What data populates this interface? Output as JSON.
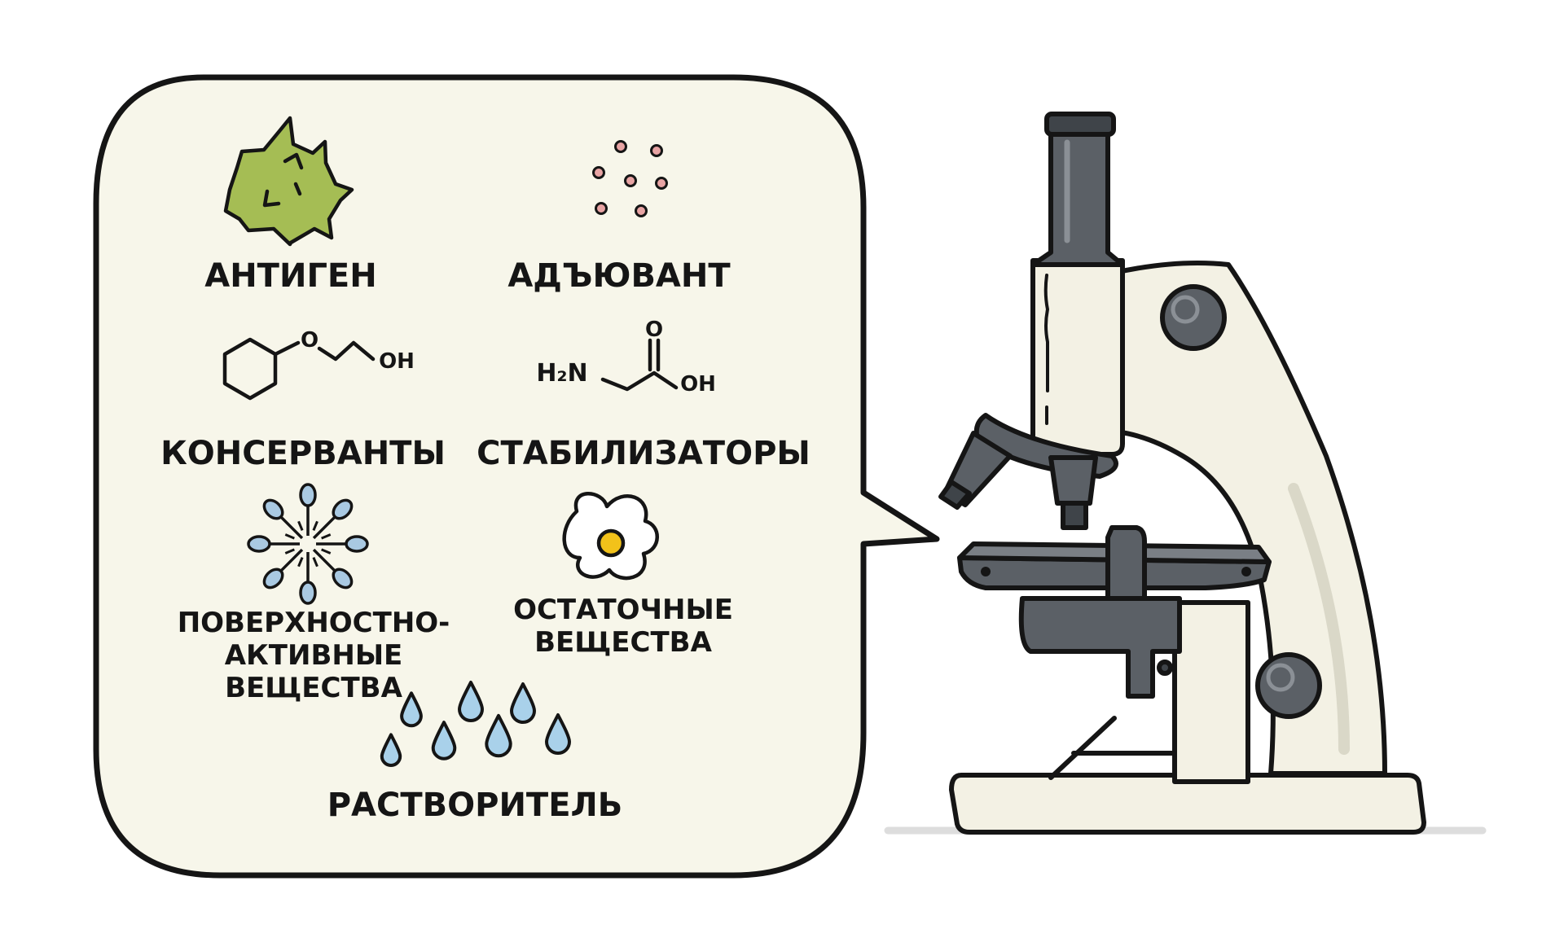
{
  "labels": {
    "antigen": "АНТИГЕН",
    "adjuvant": "АДЪЮВАНТ",
    "preservatives": "КОНСЕРВАНТЫ",
    "stabilizers": "СТАБИЛИЗАТОРЫ",
    "surfactants_1": "ПОВЕРХНОСТНО-",
    "surfactants_2": "АКТИВНЫЕ",
    "surfactants_3": "ВЕЩЕСТВА",
    "residuals_1": "ОСТАТОЧНЫЕ",
    "residuals_2": "ВЕЩЕСТВА",
    "solvent": "РАСТВОРИТЕЛЬ"
  },
  "chemistry": {
    "hydroxyl_1": "OH",
    "amine": "H₂N",
    "oxygen_ether": "O",
    "oxygen_carbonyl": "O",
    "hydroxyl_2": "OH"
  },
  "colors": {
    "antigen": "#a5bd54",
    "adjuvant_dots": "#e8a4a4",
    "surfactant_heads": "#a9c9e2",
    "egg_yolk": "#f2c21a",
    "water_drops": "#a9d1ea",
    "bubble_fill": "#f7f6ea",
    "microscope_body": "#f3f1e4",
    "microscope_dark": "#5b6066",
    "outline": "#151515"
  },
  "icons": [
    "antigen-icon",
    "adjuvant-icon",
    "preservative-molecule-icon",
    "stabilizer-molecule-icon",
    "surfactant-micelle-icon",
    "residual-egg-icon",
    "solvent-drops-icon",
    "microscope-icon"
  ]
}
